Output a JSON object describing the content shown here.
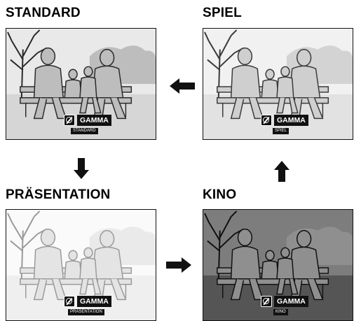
{
  "panels": {
    "standard": {
      "title": "STANDARD",
      "osd_label": "GAMMA",
      "osd_mode": "STANDARD"
    },
    "spiel": {
      "title": "SPIEL",
      "osd_label": "GAMMA",
      "osd_mode": "SPIEL"
    },
    "praesentation": {
      "title": "PRÄSENTATION",
      "osd_label": "GAMMA",
      "osd_mode": "PRÄSENTATION"
    },
    "kino": {
      "title": "KINO",
      "osd_label": "GAMMA",
      "osd_mode": "KINO"
    }
  },
  "cycle_order": [
    "STANDARD",
    "PRÄSENTATION",
    "KINO",
    "SPIEL"
  ],
  "icons": {
    "osd": "gamma-icon",
    "arrow": "arrow-icon"
  },
  "colors": {
    "standard_bg": "#ffffff",
    "spiel_bg": "#f4f4f4",
    "praesentation_bg": "#ffffff",
    "kino_bg": "#6e6e6e"
  }
}
